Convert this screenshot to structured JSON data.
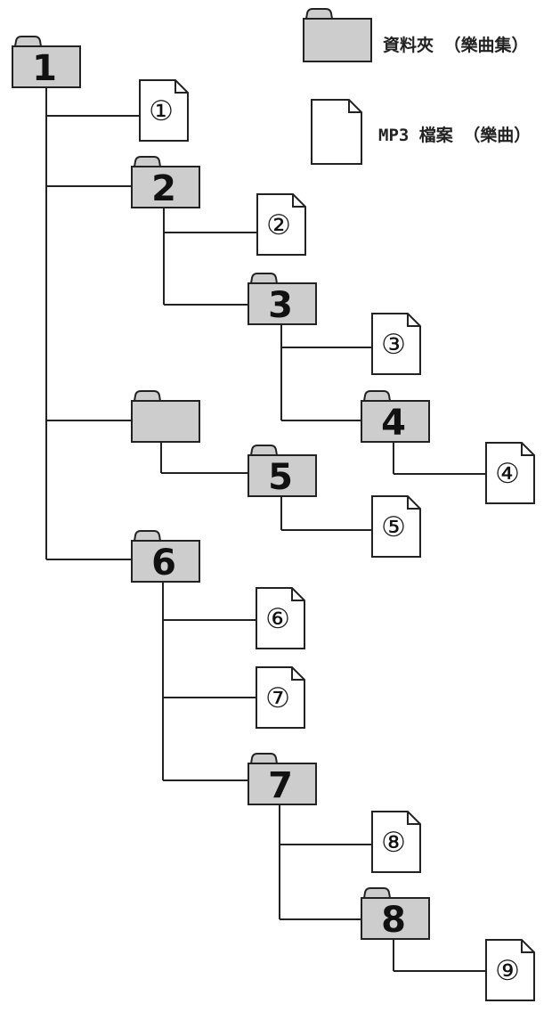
{
  "legend": {
    "folder_label": "資料夾 （樂曲集）",
    "file_label": "MP3 檔案 （樂曲）"
  },
  "colors": {
    "folder_fill": "#cdcdcd",
    "stroke": "#222222",
    "file_fill": "#ffffff"
  },
  "tree": {
    "root_folder": "1",
    "folders": [
      "1",
      "2",
      "3",
      "4",
      "",
      "5",
      "6",
      "7",
      "8"
    ],
    "files": [
      "①",
      "②",
      "③",
      "④",
      "⑤",
      "⑥",
      "⑦",
      "⑧",
      "⑨"
    ],
    "edges": [
      [
        "1",
        "①"
      ],
      [
        "1",
        "2"
      ],
      [
        "1",
        "(unnamed)"
      ],
      [
        "1",
        "6"
      ],
      [
        "2",
        "②"
      ],
      [
        "2",
        "3"
      ],
      [
        "3",
        "③"
      ],
      [
        "3",
        "4"
      ],
      [
        "4",
        "④"
      ],
      [
        "(unnamed)",
        "5"
      ],
      [
        "5",
        "⑤"
      ],
      [
        "6",
        "⑥"
      ],
      [
        "6",
        "⑦"
      ],
      [
        "6",
        "7"
      ],
      [
        "7",
        "⑧"
      ],
      [
        "7",
        "8"
      ],
      [
        "8",
        "⑨"
      ]
    ]
  }
}
